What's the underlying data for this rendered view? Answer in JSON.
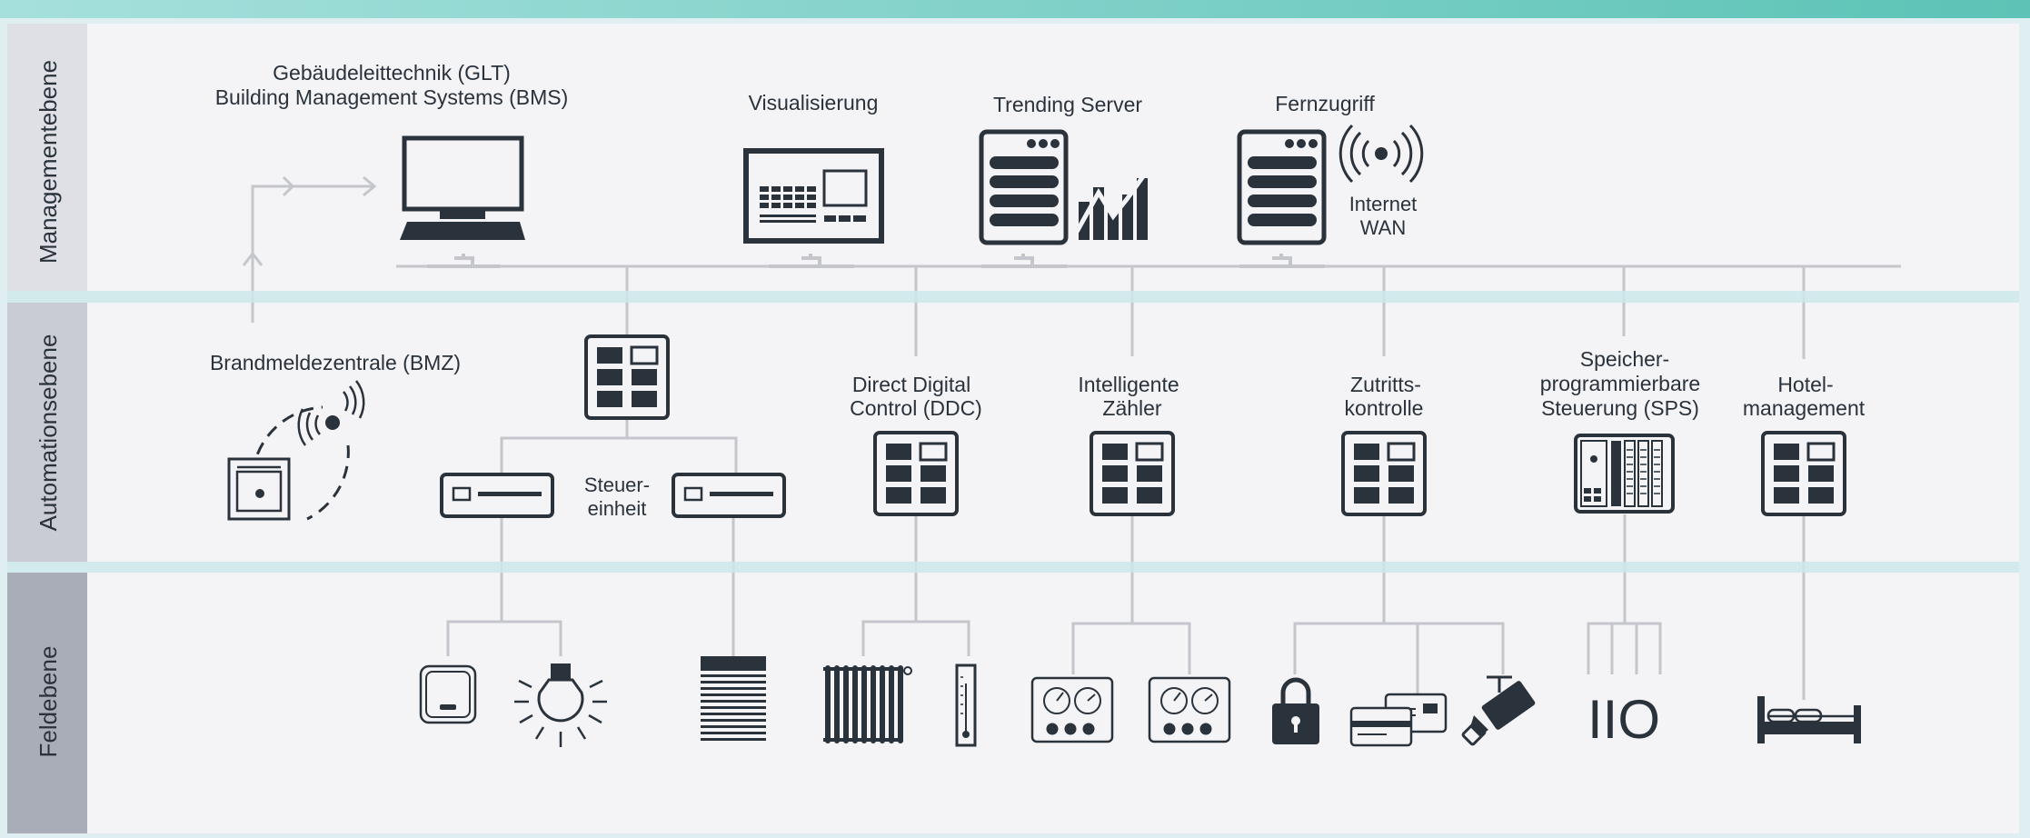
{
  "layers": {
    "management": "Managementebene",
    "automation": "Automationsebene",
    "field": "Feldebene"
  },
  "management": {
    "glt_line1": "Gebäudeleittechnik (GLT)",
    "glt_line2": "Building Management Systems (BMS)",
    "visualization": "Visualisierung",
    "trending": "Trending Server",
    "remote": "Fernzugriff",
    "internet_line1": "Internet",
    "internet_line2": "WAN"
  },
  "automation": {
    "bmz": "Brandmeldezentrale (BMZ)",
    "control_unit_line1": "Steuer-",
    "control_unit_line2": "einheit",
    "ddc_line1": "Direct Digital",
    "ddc_line2": "Control (DDC)",
    "meter_line1": "Intelligente",
    "meter_line2": "Zähler",
    "access_line1": "Zutritts-",
    "access_line2": "kontrolle",
    "sps_line1": "Speicher-",
    "sps_line2": "programmierbare",
    "sps_line3": "Steuerung (SPS)",
    "hotel_line1": "Hotel-",
    "hotel_line2": "management"
  },
  "field": {
    "io_label": "IIO"
  },
  "colors": {
    "dark": "#2a323c",
    "line": "#c4c6cc",
    "panel": "#f4f4f6",
    "teal": "#5cc3b6",
    "band": "#cfe9ec"
  }
}
